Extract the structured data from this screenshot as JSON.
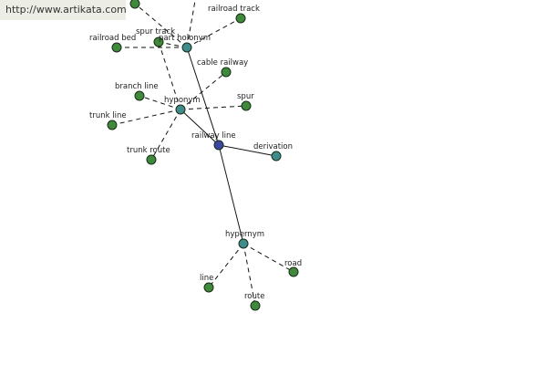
{
  "watermark": "http://www.artikata.com",
  "colors": {
    "center": "#3c48a0",
    "relation": "#3f8c8c",
    "leaf": "#3f8a3a"
  },
  "nodes": {
    "center": "railway line",
    "part_holonym": "part holonym",
    "hyponym": "hyponym",
    "hypernym": "hypernym",
    "derivation": "derivation",
    "railroad_track": "railroad track",
    "spur_track": "spur track",
    "railroad_bed": "railroad bed",
    "cable_railway": "cable railway",
    "branch_line": "branch line",
    "spur": "spur",
    "trunk_line": "trunk line",
    "trunk_route": "trunk route",
    "road": "road",
    "line": "line",
    "route": "route"
  }
}
